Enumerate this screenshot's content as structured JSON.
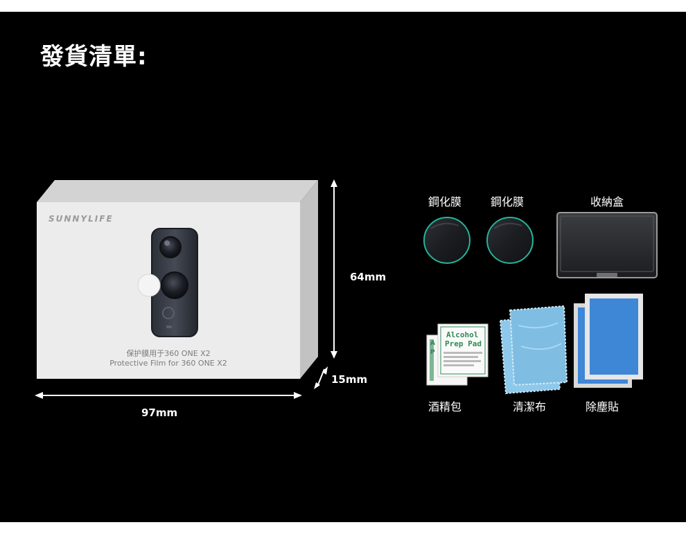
{
  "heading": "發貨清單:",
  "box": {
    "brand": "SUNNYLIFE",
    "caption_cn": "保护膜用于360 ONE X2",
    "caption_en": "Protective Film for 360 ONE X2"
  },
  "dimensions": {
    "height": "64mm",
    "depth": "15mm",
    "width": "97mm"
  },
  "items": {
    "film_1": "鋼化膜",
    "film_2": "鋼化膜",
    "storage_box": "收納盒",
    "alcohol_pad": "酒精包",
    "cleaning_cloth": "清潔布",
    "dust_sticker": "除塵貼"
  },
  "alcohol_pack": {
    "front_line_1": "Alcohol",
    "front_line_2": "Prep Pad",
    "back_letter_1": "A",
    "back_letter_2": "P"
  },
  "colors": {
    "panel": "#000000",
    "box_front": "#ececec",
    "film_ring": "#27b39a",
    "sticker_blue": "#3e86d6",
    "cloth_blue": "#8ec8ea"
  }
}
